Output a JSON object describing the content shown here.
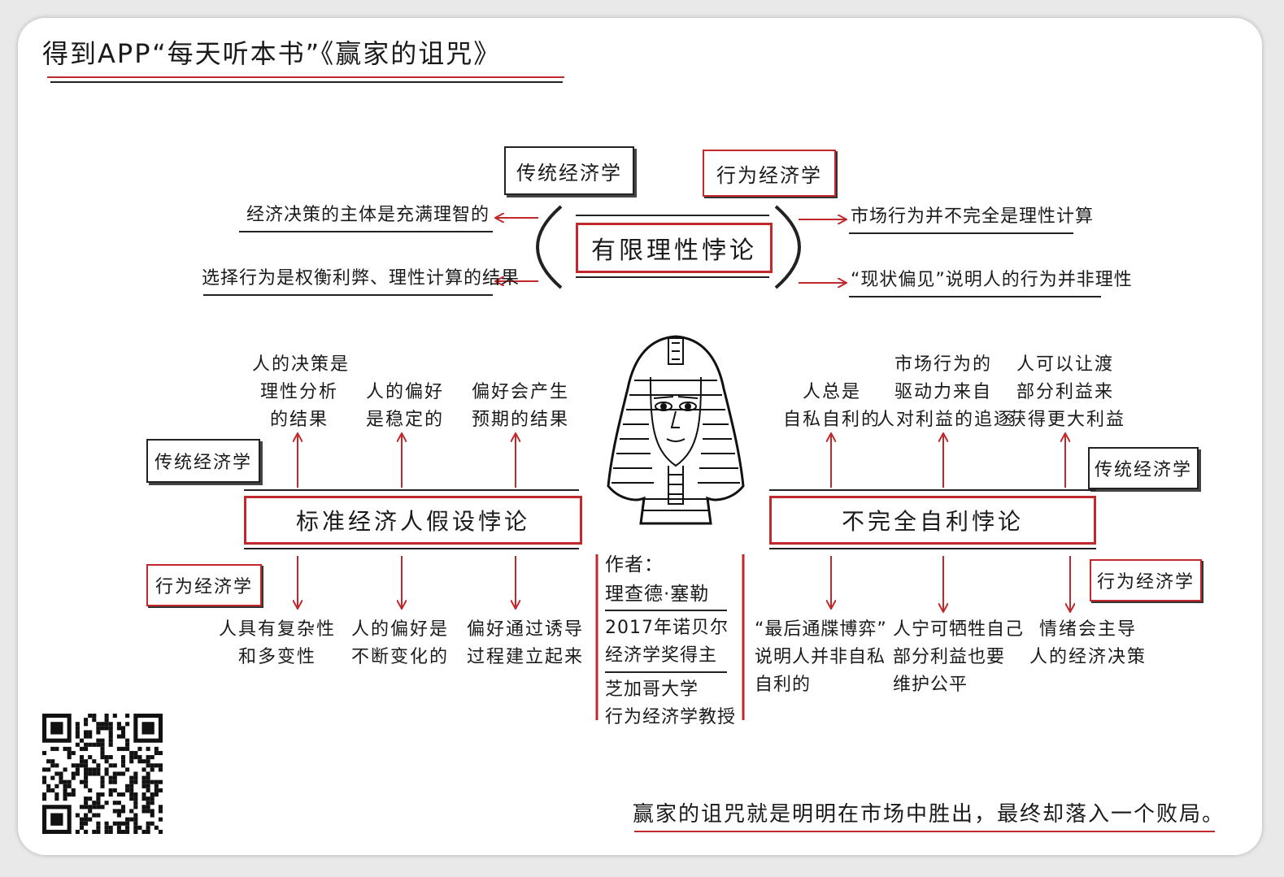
{
  "header": {
    "title": "得到APP“每天听本书”《赢家的诅咒》"
  },
  "center_topic": {
    "title": "有限理性悖论",
    "traditional_label": "传统经济学",
    "behavioral_label": "行为经济学",
    "traditional_points": [
      "经济决策的主体是充满理智的",
      "选择行为是权衡利弊、理性计算的结果"
    ],
    "behavioral_points": [
      "市场行为并不完全是理性计算",
      "“现状偏见”说明人的行为并非理性"
    ]
  },
  "left_topic": {
    "title": "标准经济人假设悖论",
    "traditional_label": "传统经济学",
    "behavioral_label": "行为经济学",
    "traditional_points": [
      [
        "人的决策是",
        "理性分析",
        "的结果"
      ],
      [
        "人的偏好",
        "是稳定的"
      ],
      [
        "偏好会产生",
        "预期的结果"
      ]
    ],
    "behavioral_points": [
      [
        "人具有复杂性",
        "和多变性"
      ],
      [
        "人的偏好是",
        "不断变化的"
      ],
      [
        "偏好通过诱导",
        "过程建立起来"
      ]
    ]
  },
  "right_topic": {
    "title": "不完全自利悖论",
    "traditional_label": "传统经济学",
    "behavioral_label": "行为经济学",
    "traditional_points": [
      [
        "人总是",
        "自私自利的"
      ],
      [
        "市场行为的",
        "驱动力来自",
        "人对利益的追逐"
      ],
      [
        "人可以让渡",
        "部分利益来",
        "获得更大利益"
      ]
    ],
    "behavioral_points": [
      [
        "“最后通牒博弈”",
        "说明人并非自私",
        "自利的"
      ],
      [
        "人宁可牺牲自己",
        "部分利益也要",
        "维护公平"
      ],
      [
        "情绪会主导",
        "人的经济决策"
      ]
    ]
  },
  "author": {
    "label": "作者：",
    "name": "理查德·塞勒",
    "award": [
      "2017年诺贝尔",
      "经济学奖得主"
    ],
    "position": [
      "芝加哥大学",
      "行为经济学教授"
    ]
  },
  "illustration": {
    "icon": "pharaoh-mask-icon"
  },
  "qr": {
    "icon": "qr-code-icon"
  },
  "footer": {
    "summary": "赢家的诅咒就是明明在市场中胜出，最终却落入一个败局。"
  },
  "colors": {
    "accent_red": "#c0282b",
    "ink": "#1a1a1a",
    "paper": "#ffffff",
    "background": "#e9e9e9"
  }
}
